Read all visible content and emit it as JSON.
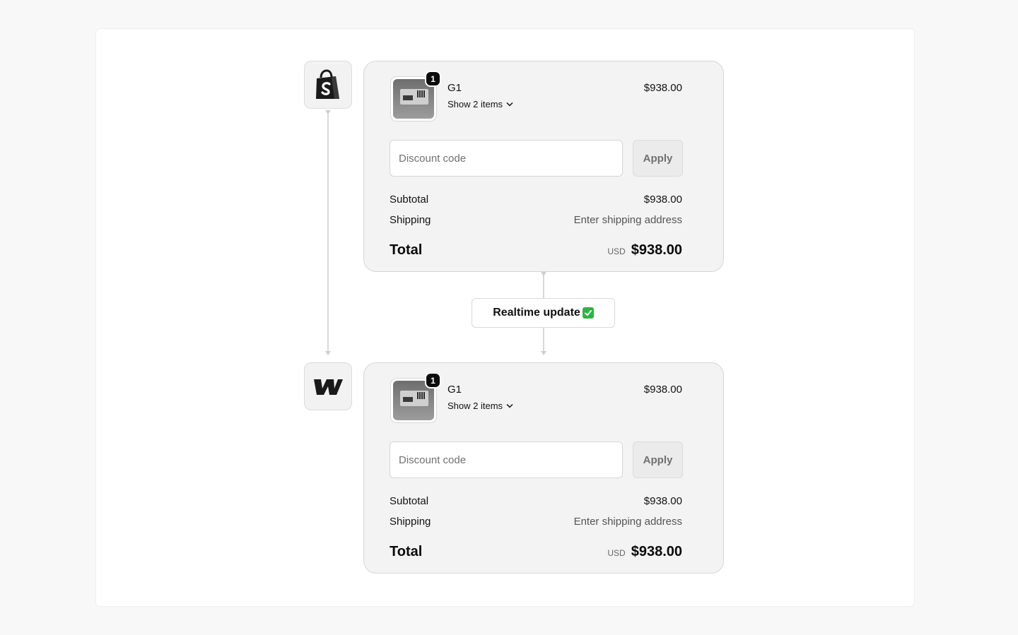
{
  "integration": {
    "top_platform_icon": "shopify-bag-icon",
    "bottom_platform_icon": "webflow-logo-icon",
    "sync_label": "Realtime update",
    "sync_icon": "check-mark-icon",
    "sync_icon_color": "#2fb344"
  },
  "cards": {
    "top": {
      "product": {
        "name": "G1",
        "quantity": "1",
        "price": "$938.00",
        "show_items_label": "Show 2 items"
      },
      "discount": {
        "placeholder": "Discount code",
        "apply_label": "Apply"
      },
      "summary": {
        "subtotal_label": "Subtotal",
        "subtotal_value": "$938.00",
        "shipping_label": "Shipping",
        "shipping_value": "Enter shipping address",
        "total_label": "Total",
        "currency": "USD",
        "total_value": "$938.00"
      }
    },
    "bottom": {
      "product": {
        "name": "G1",
        "quantity": "1",
        "price": "$938.00",
        "show_items_label": "Show 2 items"
      },
      "discount": {
        "placeholder": "Discount code",
        "apply_label": "Apply"
      },
      "summary": {
        "subtotal_label": "Subtotal",
        "subtotal_value": "$938.00",
        "shipping_label": "Shipping",
        "shipping_value": "Enter shipping address",
        "total_label": "Total",
        "currency": "USD",
        "total_value": "$938.00"
      }
    }
  }
}
